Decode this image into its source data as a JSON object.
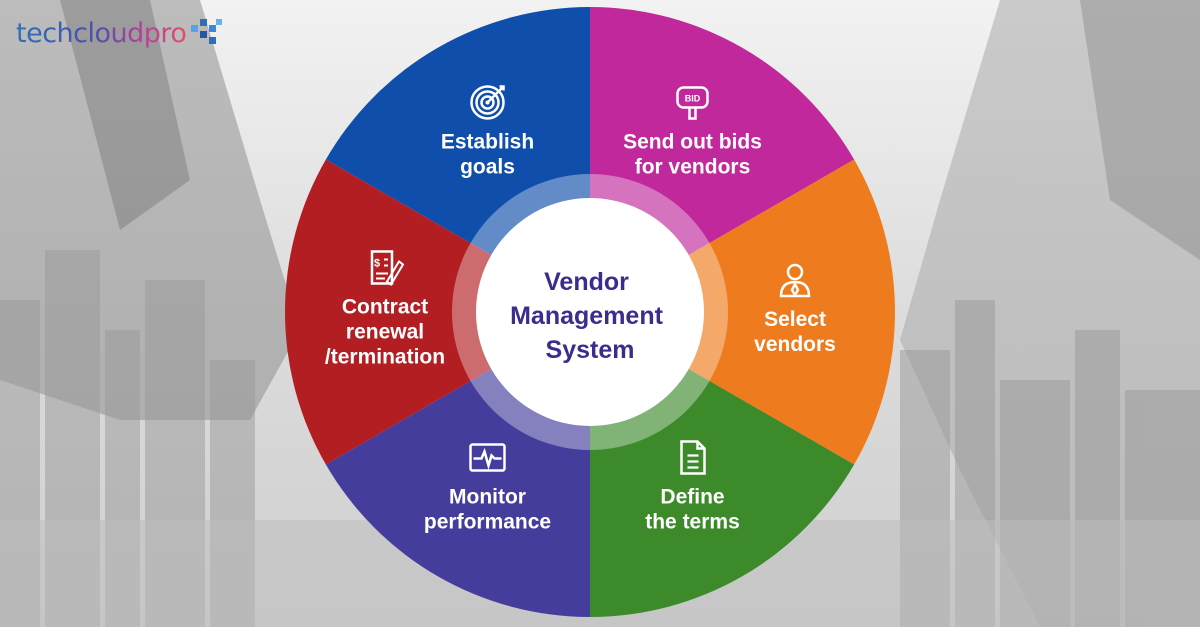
{
  "brand": {
    "name": "techcloudpro",
    "colors": {
      "blue": "#2f6fb8",
      "purple": "#4a4fb0",
      "pink": "#b8409a",
      "coral": "#e14f6b"
    }
  },
  "diagram": {
    "type": "cycle-wheel",
    "center": {
      "lines": [
        "Vendor",
        "Management",
        "System"
      ],
      "color": "#3a2d8e"
    },
    "segments": [
      {
        "id": "establish-goals",
        "lines": [
          "Establish",
          "goals"
        ],
        "icon": "target-icon",
        "color": "#0f4eab"
      },
      {
        "id": "send-bids",
        "lines": [
          "Send out bids",
          "for vendors"
        ],
        "icon": "bid-sign-icon",
        "color": "#c0289b"
      },
      {
        "id": "select-vendors",
        "lines": [
          "Select",
          "vendors"
        ],
        "icon": "person-icon",
        "color": "#ee7b1d"
      },
      {
        "id": "define-terms",
        "lines": [
          "Define",
          "the terms"
        ],
        "icon": "document-icon",
        "color": "#3d8a2b"
      },
      {
        "id": "monitor-performance",
        "lines": [
          "Monitor",
          "performance"
        ],
        "icon": "pulse-monitor-icon",
        "color": "#443d9c"
      },
      {
        "id": "contract-renewal",
        "lines": [
          "Contract",
          "renewal",
          "/termination"
        ],
        "icon": "contract-icon",
        "color": "#b31e22"
      }
    ]
  }
}
